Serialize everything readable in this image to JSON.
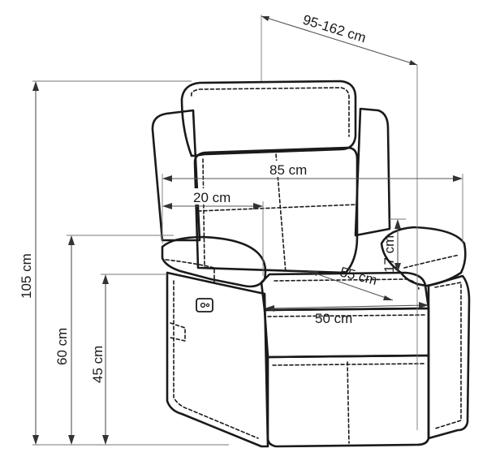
{
  "dimensions": {
    "depth_range": "95-162 cm",
    "total_width": "85 cm",
    "armrest_width": "20 cm",
    "armrest_height_above_seat": "17 cm",
    "seat_depth": "55 cm",
    "seat_width": "50 cm",
    "total_height": "105 cm",
    "armrest_height": "60 cm",
    "seat_height": "45 cm"
  }
}
